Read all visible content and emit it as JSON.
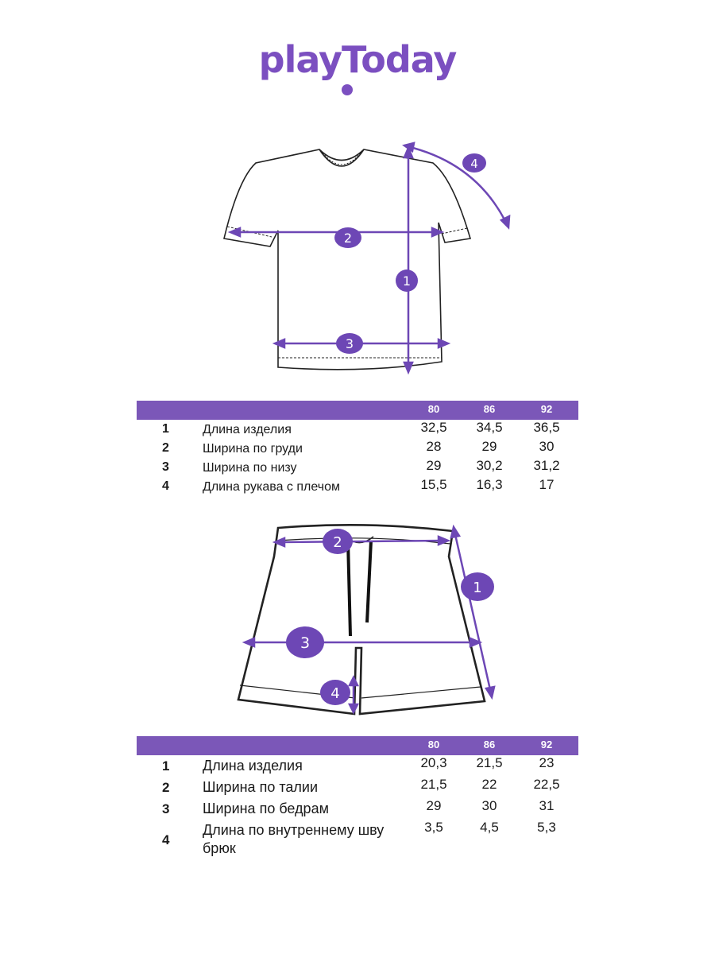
{
  "logo": {
    "text": "playToday"
  },
  "accent_color": "#7b57b8",
  "tshirt_table": {
    "sizes": [
      "80",
      "86",
      "92"
    ],
    "rows": [
      {
        "num": "1",
        "name": "Длина изделия",
        "values": [
          "32,5",
          "34,5",
          "36,5"
        ]
      },
      {
        "num": "2",
        "name": "Ширина по груди",
        "values": [
          "28",
          "29",
          "30"
        ]
      },
      {
        "num": "3",
        "name": "Ширина по низу",
        "values": [
          "29",
          "30,2",
          "31,2"
        ]
      },
      {
        "num": "4",
        "name": "Длина рукава с плечом",
        "values": [
          "15,5",
          "16,3",
          "17"
        ]
      }
    ]
  },
  "shorts_table": {
    "sizes": [
      "80",
      "86",
      "92"
    ],
    "rows": [
      {
        "num": "1",
        "name": "Длина изделия",
        "values": [
          "20,3",
          "21,5",
          "23"
        ]
      },
      {
        "num": "2",
        "name": "Ширина по талии",
        "values": [
          "21,5",
          "22",
          "22,5"
        ]
      },
      {
        "num": "3",
        "name": "Ширина по бедрам",
        "values": [
          "29",
          "30",
          "31"
        ]
      },
      {
        "num": "4",
        "name": "Длина по внутреннему шву брюк",
        "values": [
          "3,5",
          "4,5",
          "5,3"
        ]
      }
    ]
  },
  "tshirt_markers": [
    "1",
    "2",
    "3",
    "4"
  ],
  "shorts_markers": [
    "1",
    "2",
    "3",
    "4"
  ]
}
